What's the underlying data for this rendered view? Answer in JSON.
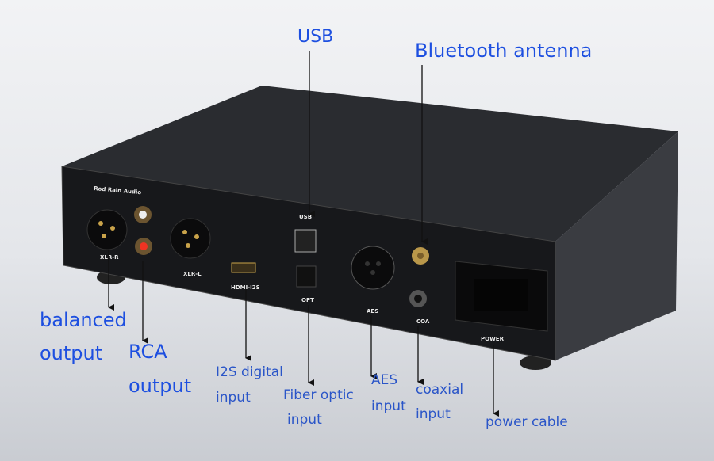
{
  "device": {
    "brand": "Rod Rain Audio",
    "panel_labels": {
      "xlr_r": "XLR-R",
      "xlr_l": "XLR-L",
      "hdmi": "HDMI-I2S",
      "usb": "USB",
      "opt": "OPT",
      "aes": "AES",
      "coa": "COA",
      "power": "POWER"
    }
  },
  "annotations": {
    "usb": "USB",
    "bluetooth": "Bluetooth antenna",
    "balanced_1": "balanced",
    "balanced_2": "output",
    "rca_1": "RCA",
    "rca_2": "output",
    "i2s_1": "I2S digital",
    "i2s_2": "input",
    "fiber_1": "Fiber optic",
    "fiber_2": "input",
    "aes_1": "AES",
    "aes_2": "input",
    "coax_1": "coaxial",
    "coax_2": "input",
    "power": "power cable"
  },
  "colors": {
    "label": "#1d4fe0",
    "chassis": "#1c1d20"
  }
}
